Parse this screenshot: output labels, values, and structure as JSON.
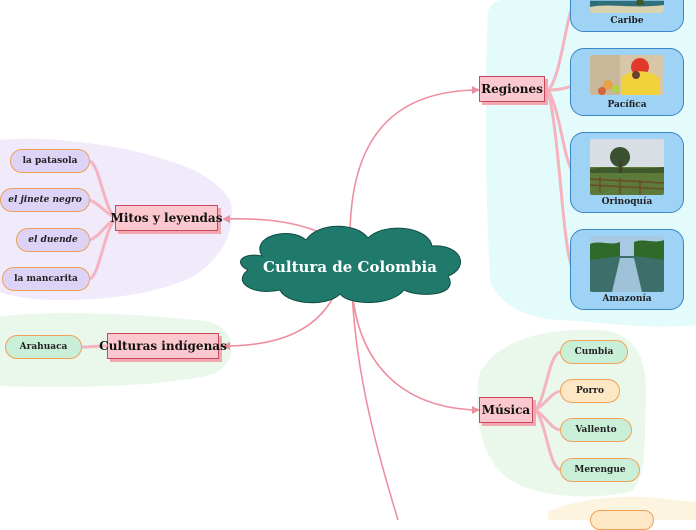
{
  "central_topic": "Cultura de Colombia",
  "colors": {
    "central_fill": "#1f7a6c",
    "connector": "#ee8fa0",
    "main_topic_fill": "#fbc8cf",
    "region_card_fill": "#9fd3f6",
    "region_area": "#e3fbfb",
    "mitos_area": "#f1eafb",
    "culturas_area": "#eaf8ec",
    "musica_area": "#eaf8ec"
  },
  "branches": {
    "regiones": {
      "label": "Regiones",
      "items": [
        {
          "label": "Caribe",
          "icon": "beach-photo"
        },
        {
          "label": "Pacífica",
          "icon": "fruit-vendor-photo"
        },
        {
          "label": "Orinoquía",
          "icon": "plains-ranch-photo"
        },
        {
          "label": "Amazonía",
          "icon": "river-jungle-photo"
        }
      ]
    },
    "mitos": {
      "label": "Mitos y leyendas",
      "items": [
        "la patasola",
        "el jinete negro",
        "el duende",
        "la mancarita"
      ]
    },
    "culturas": {
      "label": "Culturas indígenas",
      "items": [
        "Arahuaca"
      ]
    },
    "musica": {
      "label": "Música",
      "items": [
        "Cumbia",
        "Porro",
        "Vallento",
        "Merengue"
      ]
    }
  }
}
